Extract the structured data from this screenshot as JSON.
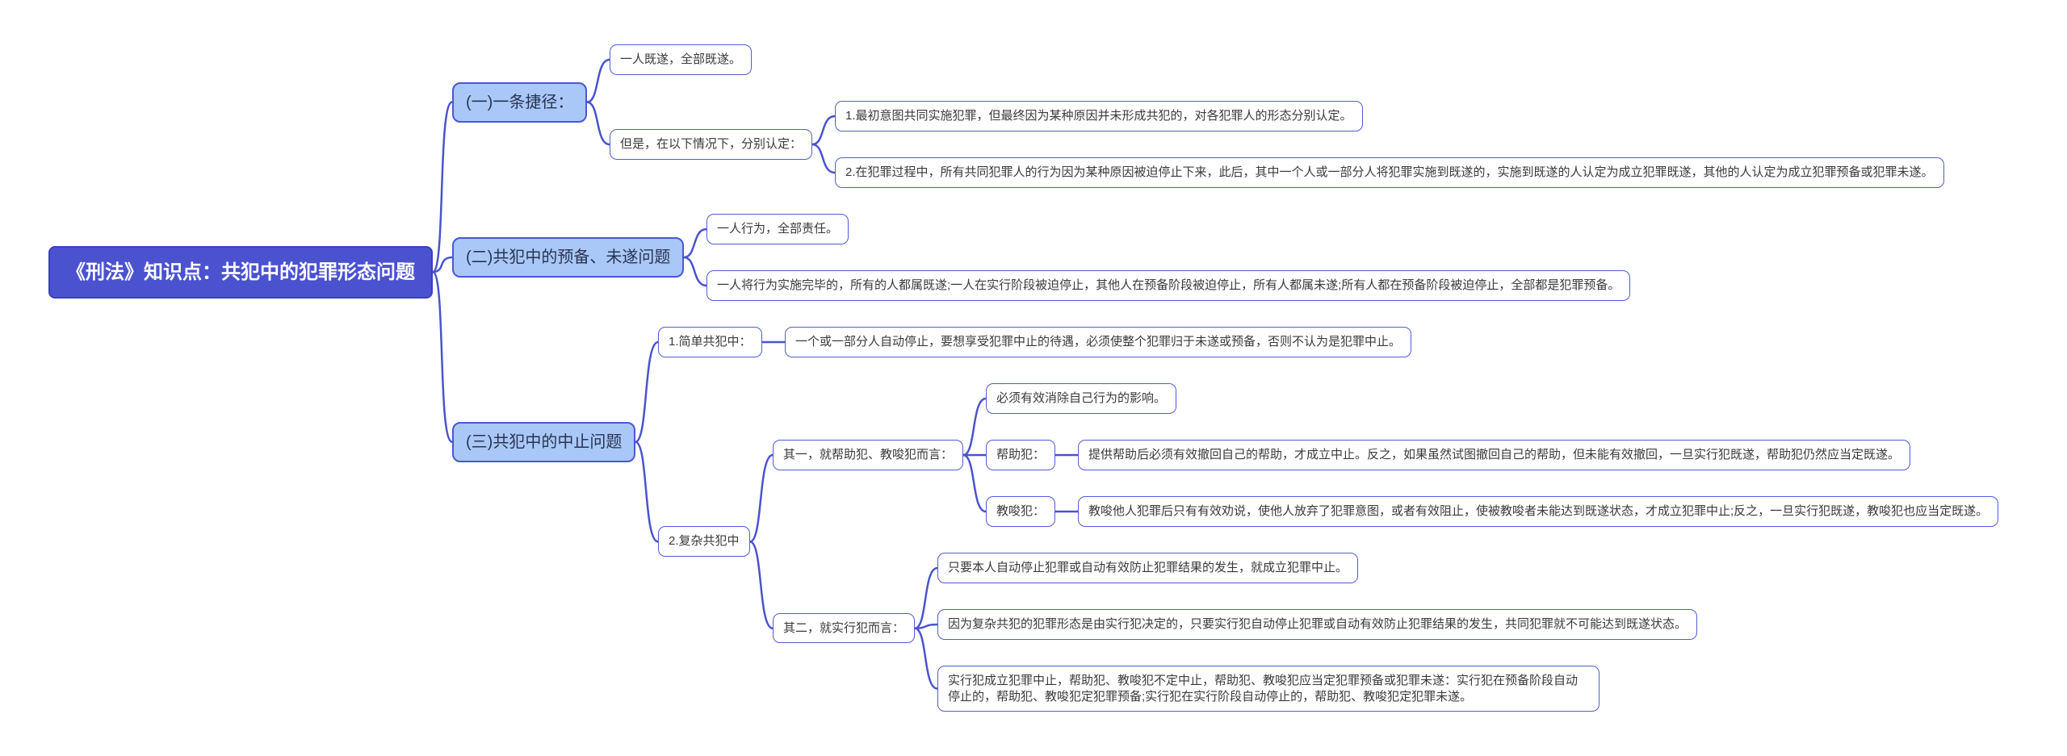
{
  "colors": {
    "root_fill": "#4b52cf",
    "root_border": "#3a41bd",
    "root_text": "#ffffff",
    "branch_fill": "#a9c8f8",
    "branch_border": "#4a57d5",
    "branch_text": "#2a3350",
    "leaf_border": "#505cd6",
    "connector": "#4a54cd",
    "canvas_background": "#ffffff"
  },
  "mindmap": {
    "root": {
      "label": "《刑法》知识点：共犯中的犯罪形态问题",
      "children": [
        {
          "label": "(一)一条捷径：",
          "children": [
            {
              "label": "一人既遂，全部既遂。"
            },
            {
              "label": "但是，在以下情况下，分别认定：",
              "children": [
                {
                  "label": "1.最初意图共同实施犯罪，但最终因为某种原因并未形成共犯的，对各犯罪人的形态分别认定。"
                },
                {
                  "label": "2.在犯罪过程中，所有共同犯罪人的行为因为某种原因被迫停止下来，此后，其中一个人或一部分人将犯罪实施到既遂的，实施到既遂的人认定为成立犯罪既遂，其他的人认定为成立犯罪预备或犯罪未遂。"
                }
              ]
            }
          ]
        },
        {
          "label": "(二)共犯中的预备、未遂问题",
          "children": [
            {
              "label": "一人行为，全部责任。"
            },
            {
              "label": "一人将行为实施完毕的，所有的人都属既遂;一人在实行阶段被迫停止，其他人在预备阶段被迫停止，所有人都属未遂;所有人都在预备阶段被迫停止，全部都是犯罪预备。"
            }
          ]
        },
        {
          "label": "(三)共犯中的中止问题",
          "children": [
            {
              "label": "1.简单共犯中：",
              "children": [
                {
                  "label": "一个或一部分人自动停止，要想享受犯罪中止的待遇，必须使整个犯罪归于未遂或预备，否则不认为是犯罪中止。"
                }
              ]
            },
            {
              "label": "2.复杂共犯中",
              "children": [
                {
                  "label": "其一，就帮助犯、教唆犯而言：",
                  "children": [
                    {
                      "label": "必须有效消除自己行为的影响。"
                    },
                    {
                      "label": "帮助犯：",
                      "children": [
                        {
                          "label": "提供帮助后必须有效撤回自己的帮助，才成立中止。反之，如果虽然试图撤回自己的帮助，但未能有效撤回，一旦实行犯既遂，帮助犯仍然应当定既遂。"
                        }
                      ]
                    },
                    {
                      "label": "教唆犯：",
                      "children": [
                        {
                          "label": "教唆他人犯罪后只有有效劝说，使他人放弃了犯罪意图，或者有效阻止，使被教唆者未能达到既遂状态，才成立犯罪中止;反之，一旦实行犯既遂，教唆犯也应当定既遂。"
                        }
                      ]
                    }
                  ]
                },
                {
                  "label": "其二，就实行犯而言：",
                  "children": [
                    {
                      "label": "只要本人自动停止犯罪或自动有效防止犯罪结果的发生，就成立犯罪中止。"
                    },
                    {
                      "label": "因为复杂共犯的犯罪形态是由实行犯决定的，只要实行犯自动停止犯罪或自动有效防止犯罪结果的发生，共同犯罪就不可能达到既遂状态。"
                    },
                    {
                      "label": "实行犯成立犯罪中止，帮助犯、教唆犯不定中止，帮助犯、教唆犯应当定犯罪预备或犯罪未遂：实行犯在预备阶段自动停止的，帮助犯、教唆犯定犯罪预备;实行犯在实行阶段自动停止的，帮助犯、教唆犯定犯罪未遂。",
                      "wrap": true
                    }
                  ]
                }
              ]
            }
          ]
        }
      ]
    }
  }
}
